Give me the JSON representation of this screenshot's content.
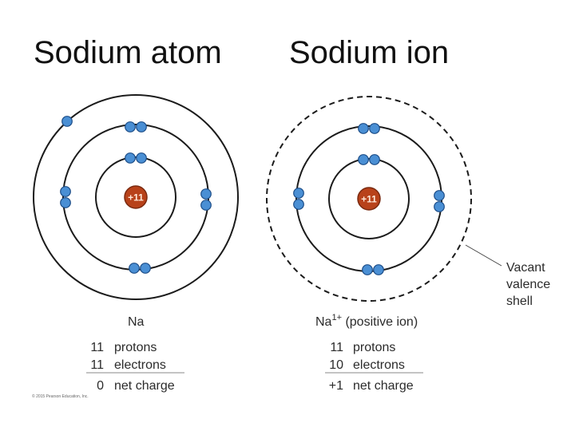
{
  "titles": {
    "left": "Sodium atom",
    "right": "Sodium ion"
  },
  "colors": {
    "orbit": "#1b1b1b",
    "electron_fill": "#4a8fd4",
    "electron_edge": "#1e4e88",
    "nucleus_fill": "#b8421a",
    "nucleus_edge": "#7a2a10",
    "table_rule": "#888888"
  },
  "atom": {
    "nucleus_label": "+11",
    "symbol": "Na",
    "rows": [
      {
        "value": "11",
        "label": "protons"
      },
      {
        "value": "11",
        "label": "electrons"
      },
      {
        "value": "0",
        "label": "net charge"
      }
    ],
    "shells_electrons": [
      2,
      8,
      1
    ]
  },
  "ion": {
    "nucleus_label": "+11",
    "symbol": "Na",
    "symbol_superscript": "1+",
    "symbol_suffix": " (positive ion)",
    "rows": [
      {
        "value": "11",
        "label": "protons"
      },
      {
        "value": "10",
        "label": "electrons"
      },
      {
        "value": "+1",
        "label": "net charge"
      }
    ],
    "shells_electrons": [
      2,
      8,
      0
    ]
  },
  "callout": {
    "lines": [
      "Vacant",
      "valence",
      "shell"
    ]
  },
  "copyright": "© 2015 Pearson Education, Inc."
}
